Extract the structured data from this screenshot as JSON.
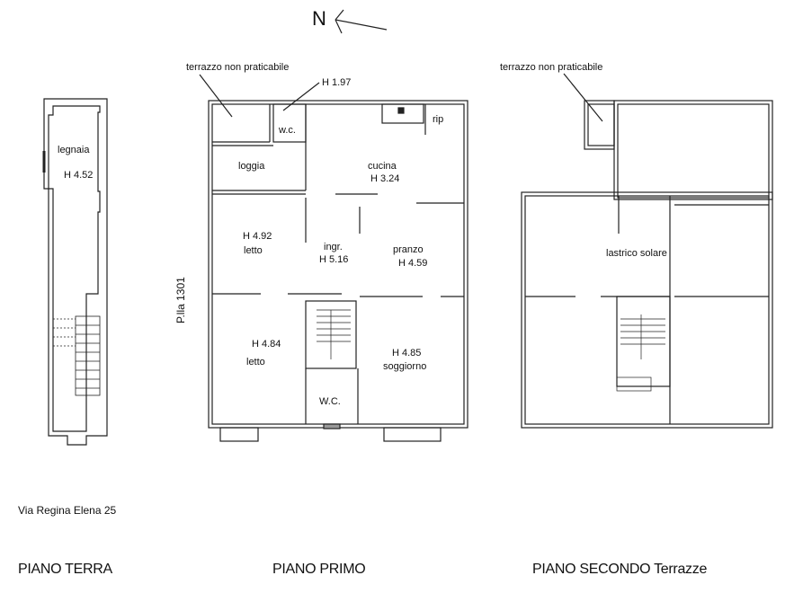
{
  "compass": {
    "label": "N",
    "icon": "north-arrow-icon"
  },
  "address": "Via Regina Elena 25",
  "parcel_label": "P.lla 1301",
  "floors": [
    {
      "title": "PIANO TERRA",
      "rooms": [
        {
          "name": "legnaia",
          "height": "H 4.52"
        }
      ]
    },
    {
      "title": "PIANO PRIMO",
      "annotations": [
        "terrazzo non praticabile",
        "H 1.97"
      ],
      "rooms": [
        {
          "name": "w.c.",
          "height": ""
        },
        {
          "name": "rip",
          "height": ""
        },
        {
          "name": "loggia",
          "height": ""
        },
        {
          "name": "cucina",
          "height": "H 3.24"
        },
        {
          "name": "letto",
          "height": "H 4.92"
        },
        {
          "name": "ingr.",
          "height": "H 5.16"
        },
        {
          "name": "pranzo",
          "height": "H 4.59"
        },
        {
          "name": "letto",
          "height": "H 4.84"
        },
        {
          "name": "soggiorno",
          "height": "H 4.85"
        },
        {
          "name": "W.C.",
          "height": ""
        }
      ]
    },
    {
      "title": "PIANO SECONDO Terrazze",
      "annotations": [
        "terrazzo non praticabile"
      ],
      "rooms": [
        {
          "name": "lastrico solare",
          "height": ""
        }
      ]
    }
  ],
  "colors": {
    "line": "#222222",
    "background": "#ffffff"
  }
}
